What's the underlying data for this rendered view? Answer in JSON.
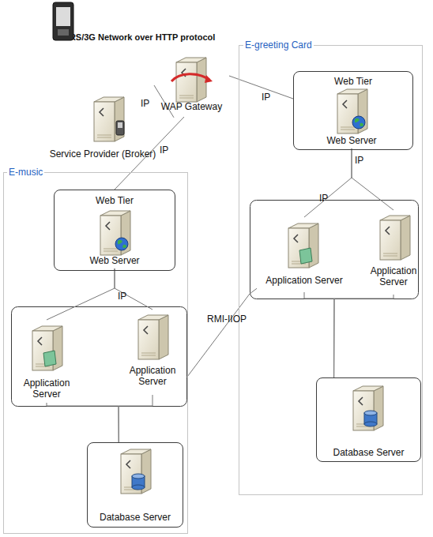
{
  "diagram": {
    "nodes": [
      {
        "text": [
          "GPRS/3G Network over HTTP protocol"
        ]
      },
      {
        "text": [
          "WAP Gateway"
        ]
      },
      {
        "text": [
          "Service Provider (Broker)"
        ]
      },
      {
        "text": [
          "E-greeting Card"
        ]
      },
      {
        "text": [
          "Web Tier"
        ],
        "in": 3
      },
      {
        "text": [
          "Web Server"
        ],
        "in": 4
      },
      {
        "text": [
          "Application Server"
        ],
        "in": 3
      },
      {
        "text": [
          "Application Server"
        ],
        "in": 3
      },
      {
        "text": [
          "Database Server"
        ],
        "in": 3
      },
      {
        "text": [
          "E-music"
        ]
      },
      {
        "text": [
          "Web Tier"
        ],
        "in": 9
      },
      {
        "text": [
          "Web Server"
        ],
        "in": 10
      },
      {
        "text": [
          "Application Server"
        ],
        "in": 9
      },
      {
        "text": [
          "Application Server"
        ],
        "in": 9
      },
      {
        "text": [
          "Database Server"
        ],
        "in": 9
      }
    ],
    "edges": [
      {
        "from": 2,
        "to": 1,
        "label": "IP",
        "arrow": "none"
      },
      {
        "from": 1,
        "to": 4,
        "label": "IP",
        "arrow": "none"
      },
      {
        "from": 1,
        "to": 10,
        "label": "IP",
        "arrow": "none"
      },
      {
        "from": 5,
        "to": 6,
        "label": "IP",
        "arrow": "none"
      },
      {
        "from": 5,
        "to": 7,
        "label": "IP",
        "arrow": "none"
      },
      {
        "from": 6,
        "to": 8,
        "arrow": "none"
      },
      {
        "from": 7,
        "to": 8,
        "arrow": "none"
      },
      {
        "from": 11,
        "to": 12,
        "label": "IP",
        "arrow": "none"
      },
      {
        "from": 11,
        "to": 13,
        "arrow": "none"
      },
      {
        "from": 12,
        "to": 14,
        "arrow": "none"
      },
      {
        "from": 13,
        "to": 14,
        "arrow": "none"
      },
      {
        "from": 13,
        "to": 6,
        "label": "RMI-IIOP",
        "arrow": "none"
      }
    ]
  }
}
